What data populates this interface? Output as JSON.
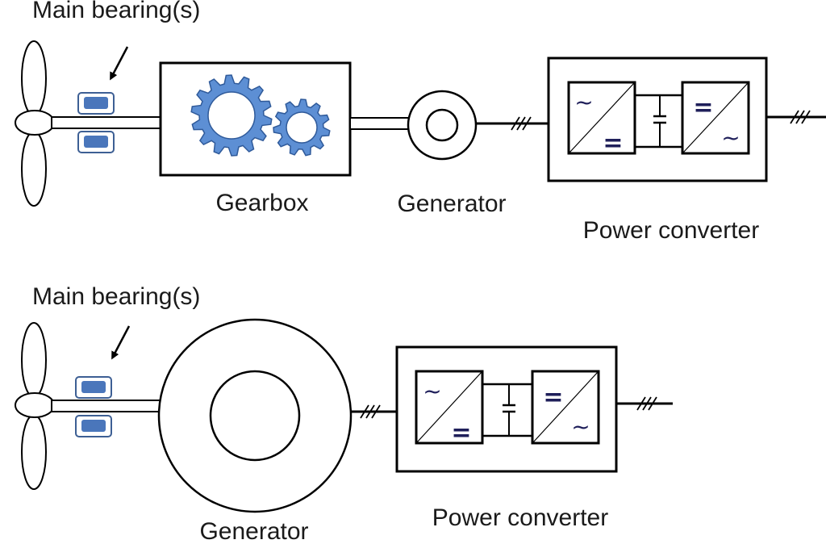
{
  "top_drivetrain": {
    "bearing_label": "Main bearing(s)",
    "gearbox_label": "Gearbox",
    "generator_label": "Generator",
    "converter_label": "Power converter",
    "converter_symbols": {
      "ac": "~",
      "dc": "="
    }
  },
  "bottom_drivetrain": {
    "bearing_label": "Main bearing(s)",
    "generator_label": "Generator",
    "converter_label": "Power converter",
    "converter_symbols": {
      "ac": "~",
      "dc": "="
    }
  },
  "colors": {
    "line": "#000000",
    "bearing_fill": "#4a76bb",
    "bearing_border": "#3d5f94",
    "gear_fill": "#5d8fd4",
    "gear_stroke": "#2f5a9a"
  }
}
